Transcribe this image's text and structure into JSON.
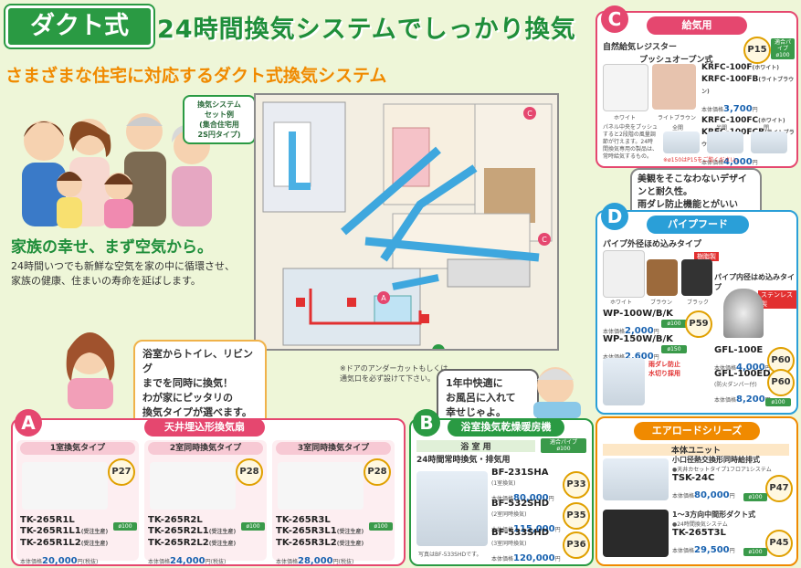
{
  "header": {
    "tag": "ダクト式",
    "title": "24時間換気システムでしっかり換気",
    "subtitle": "さまざまな住宅に対応するダクト式換気システム"
  },
  "intro": {
    "lead": "家族の幸せ、まず空気から。",
    "body1": "24時間いつでも新鮮な空気を家の中に循環させ、",
    "body2": "家族の健康、住まいの寿命を延ばします。"
  },
  "plan": {
    "set_label_1": "換気システム",
    "set_label_2": "セット例",
    "set_label_3": "(集合住宅用",
    "set_label_4": "2S円タイプ)",
    "note1": "※ドアのアンダーカットもしくは",
    "note2": "通気口を必ず設けて下さい。"
  },
  "bubble_left": [
    "浴室からトイレ、リビング",
    "までを同時に換気！",
    "わが家にピッタリの",
    "換気タイプが選べます。"
  ],
  "bubble_b": [
    "1年中快適に",
    "お風呂に入れて",
    "幸せじゃよ。"
  ],
  "bubble_d": [
    "美観をそこなわないデザインと耐久性。",
    "雨ダレ防止機能とがいいね。"
  ],
  "section_c": {
    "letter": "C",
    "label": "給気用",
    "page": "P15",
    "duct": "適合パイプ ø100",
    "title": "自然給気レジスター",
    "subtitle": "プッシュオープン式",
    "img1": "ホワイト",
    "img2": "ライトブラウン",
    "models": [
      {
        "name": "KRFC-100F",
        "note": "(ホワイト)"
      },
      {
        "name": "KRFC-100FB",
        "note": "(ライトブラウン)"
      },
      {
        "name": "KRFC-100FC",
        "note": "(ホワイト)"
      },
      {
        "name": "KRFC-100FCB",
        "note": "(ライトブラウン)"
      }
    ],
    "price1": "3,700",
    "price2": "4,000",
    "price_label": "本体価格",
    "yen": "円",
    "desc": "パネル中央をプッシュすると2段階の風量調節が行えます。24時間換気専用の製品は、常時給気するもの。",
    "footnote": "※ø150はP15をご覧ください。",
    "steps": [
      "全開",
      "半開",
      "閉"
    ]
  },
  "section_d": {
    "letter": "D",
    "label": "パイプフード",
    "subtitle1": "パイプ外径ほめ込みタイプ",
    "subtitle2": "パイプ内径はめ込みタイプ",
    "colors": [
      "ホワイト",
      "ブラウン",
      "ブラック"
    ],
    "resin": "樹脂製",
    "steel": "ステンレス製",
    "models": [
      {
        "name": "WP-100W/B/K",
        "price": "2,000",
        "duct": "ø100",
        "page": "P59"
      },
      {
        "name": "WP-150W/B/K",
        "price": "2,600",
        "duct": "ø150"
      },
      {
        "name": "GFL-100E",
        "price": "4,000",
        "page": "P60"
      },
      {
        "name": "GFL-100ED",
        "price": "8,200",
        "note": "(防火ダンパー付)",
        "duct": "ø100",
        "page": "P60"
      }
    ],
    "rain": "雨ダレ防止",
    "rain2": "水切り採用"
  },
  "section_a": {
    "letter": "A",
    "label": "天井埋込形換気扇",
    "cols": [
      {
        "title": "1室換気タイプ",
        "page": "P27",
        "models": [
          "TK-265R1L",
          "TK-265R1L1",
          "TK-265R1L2"
        ],
        "notes": [
          "",
          "(受注生産)",
          "(受注生産)"
        ],
        "price": "20,000",
        "duct": "ø100"
      },
      {
        "title": "2室同時換気タイプ",
        "page": "P28",
        "models": [
          "TK-265R2L",
          "TK-265R2L1",
          "TK-265R2L2"
        ],
        "notes": [
          "",
          "(受注生産)",
          "(受注生産)"
        ],
        "price": "24,000",
        "duct": "ø100"
      },
      {
        "title": "3室同時換気タイプ",
        "page": "P28",
        "models": [
          "TK-265R3L",
          "TK-265R3L1",
          "TK-265R3L2"
        ],
        "notes": [
          "",
          "(受注生産)",
          "(受注生産)"
        ],
        "price": "28,000",
        "duct": "ø100"
      }
    ],
    "price_label": "本体価格",
    "yen": "円(税抜)"
  },
  "section_b": {
    "letter": "B",
    "label": "浴室換気乾燥暖房機",
    "sub": "浴 室 用",
    "sub2": "24時間常時換気・排気用",
    "img_note": "写真はBF-533SHDです。",
    "models": [
      {
        "name": "BF-231SHA",
        "note": "(1室換気)",
        "price": "80,000",
        "page": "P33"
      },
      {
        "name": "BF-532SHD",
        "note": "(2室同時換気)",
        "price": "115,000",
        "page": "P35"
      },
      {
        "name": "BF-533SHD",
        "note": "(3室同時換気)",
        "price": "120,000",
        "page": "P36"
      }
    ],
    "duct": "適合パイプ ø100",
    "price_label": "本体価格",
    "yen": "円"
  },
  "section_e": {
    "label": "エアロードシリーズ",
    "sub": "本体ユニット",
    "m1_title": "小口径熱交換形同時給排式",
    "m1_line": "●天井カセットタイプ1フロア1システム",
    "m1_name": "TSK-24C",
    "m1_price": "80,000",
    "m1_page": "P47",
    "m2_title": "1〜3方向中間形ダクト式",
    "m2_line": "●24時間換気システム",
    "m2_name": "TK-265T3L",
    "m2_price": "29,500",
    "m2_page": "P45",
    "duct": "ø100",
    "price_label": "本体価格",
    "yen": "円"
  },
  "colors": {
    "green": "#2a9a43",
    "orange": "#f08a00",
    "pink": "#e5476f",
    "blue": "#2a9fd8",
    "red": "#e23030",
    "yellow": "#fcd80c"
  }
}
